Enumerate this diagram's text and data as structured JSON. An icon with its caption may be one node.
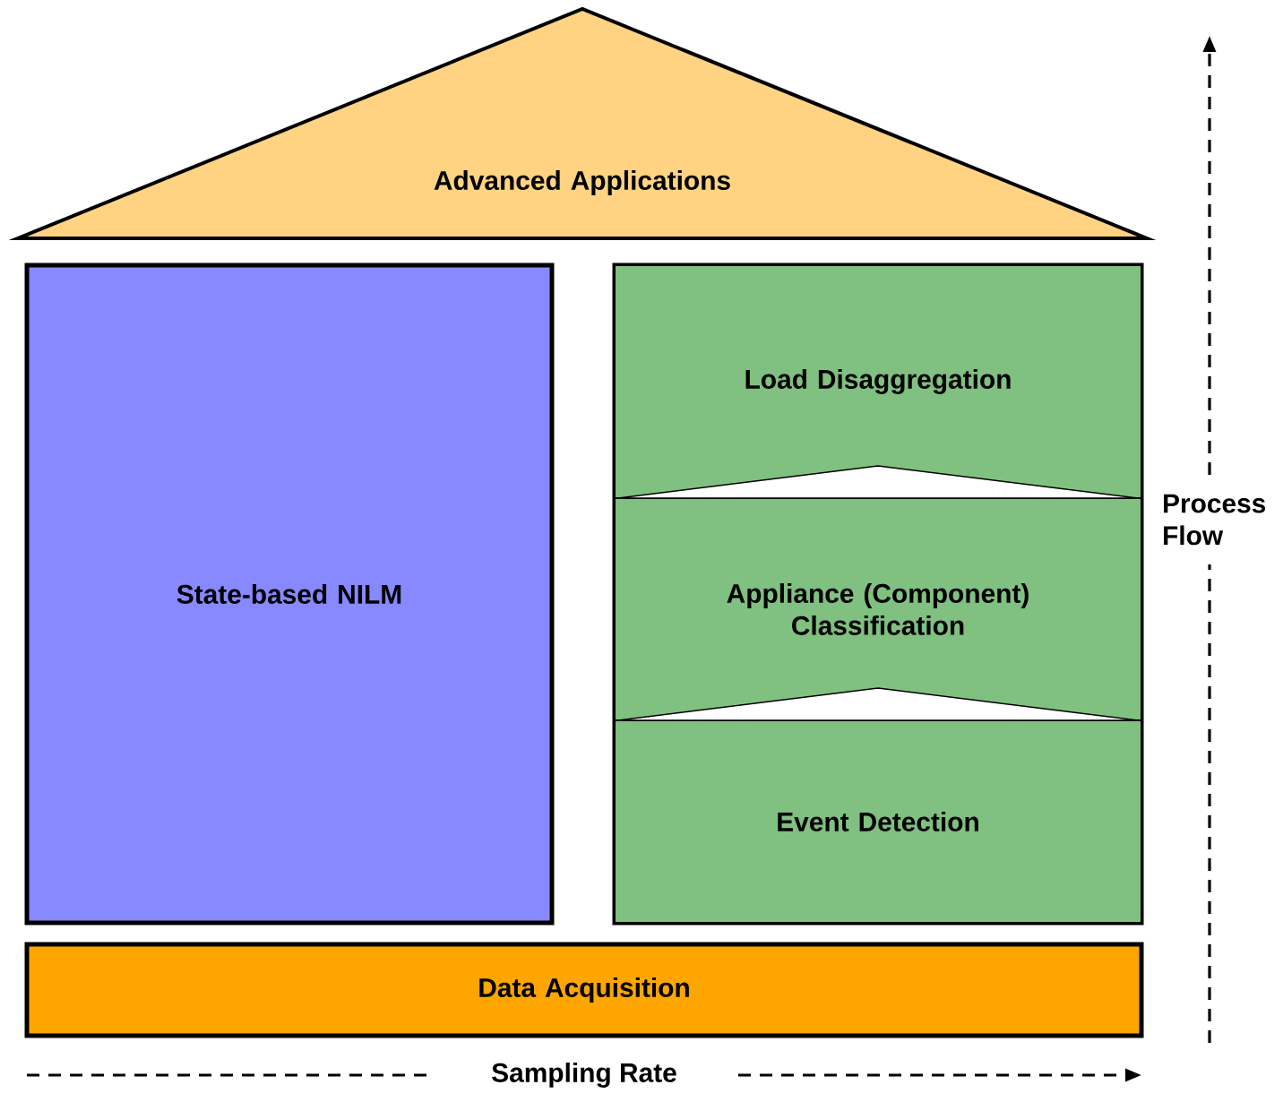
{
  "diagram": {
    "nodes": [
      {
        "text": [
          "Advanced Applications"
        ]
      },
      {
        "text": [
          "State-based NILM"
        ]
      },
      {
        "text": [],
        "shape": "box"
      },
      {
        "text": [
          "Load Disaggregation"
        ],
        "in": 2
      },
      {
        "text": [
          "Appliance (Component) Classification"
        ],
        "in": 2
      },
      {
        "text": [
          "Event Detection"
        ],
        "in": 2
      },
      {
        "text": [
          "Data Acquisition"
        ]
      }
    ],
    "edges": [],
    "labels": [
      "Process Flow",
      "Sampling Rate"
    ]
  }
}
